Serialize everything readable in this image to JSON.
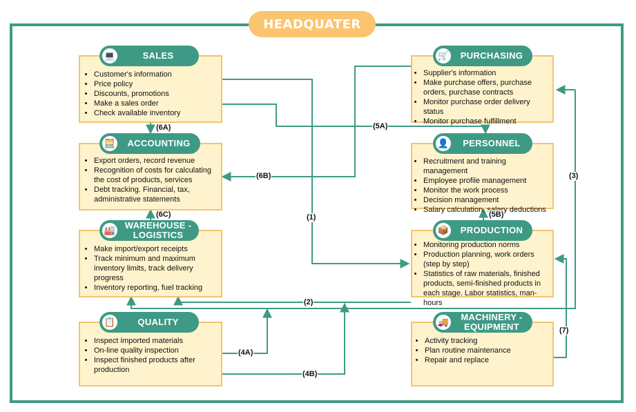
{
  "title": "HEADQUATER",
  "departments": {
    "sales": {
      "name": "SALES",
      "icon": "laptop-icon",
      "items": [
        "Customer's information",
        "Price policy",
        "Discounts, promotions",
        "Make a sales order",
        "Check available inventory"
      ]
    },
    "accounting": {
      "name": "ACCOUNTING",
      "icon": "calculator-icon",
      "items": [
        "Export orders, record revenue",
        "Recognition of costs for calculating the cost of products, services",
        "Debt tracking. Financial, tax, administrative statements"
      ]
    },
    "warehouse": {
      "name": "WAREHOUSE - LOGISTICS",
      "icon": "warehouse-icon",
      "items": [
        "Make import/export receipts",
        "Track minimum and maximum inventory limits, track delivery progress",
        "Inventory reporting, fuel tracking"
      ]
    },
    "quality": {
      "name": "QUALITY",
      "icon": "clipboard-check-icon",
      "items": [
        "Inspect imported materials",
        "On-line quality inspection",
        "Inspect finished products after production"
      ]
    },
    "purchasing": {
      "name": "PURCHASING",
      "icon": "shopping-cart-icon",
      "items": [
        "Supplier's information",
        " Make purchase offers, purchase orders, purchase contracts",
        "Monitor purchase order delivery status",
        "Monitor purchase fulfillment"
      ]
    },
    "personnel": {
      "name": "PERSONNEL",
      "icon": "person-icon",
      "items": [
        "Recruitment and training management",
        "Employee profile management",
        "Monitor the work process",
        "Decision management",
        "Salary calculation, salary deductions"
      ]
    },
    "production": {
      "name": "PRODUCTION",
      "icon": "boxes-icon",
      "items": [
        "Monitoring production norms",
        "Production planning, work orders (step by step)",
        "Statistics of raw materials, finished products, semi-finished products in each stage. Labor statistics, man-hours"
      ]
    },
    "machinery": {
      "name": "MACHINERY - EQUIPMENT",
      "icon": "truck-icon",
      "items": [
        "Activity tracking",
        "Plan routine maintenance",
        "Repair and replace"
      ]
    }
  },
  "flows": {
    "f1": "(1)",
    "f2": "(2)",
    "f3": "(3)",
    "f4a": "(4A)",
    "f4b": "(4B)",
    "f5a": "(5A)",
    "f5b": "(5B)",
    "f6a": "(6A)",
    "f6b": "(6B)",
    "f6c": "(6C)",
    "f7": "(7)"
  },
  "colors": {
    "frame": "#3e9a84",
    "header": "#3e9a84",
    "box_fill": "#fef3cd",
    "box_border": "#f2c46f",
    "title_fill": "#fbc46f"
  }
}
